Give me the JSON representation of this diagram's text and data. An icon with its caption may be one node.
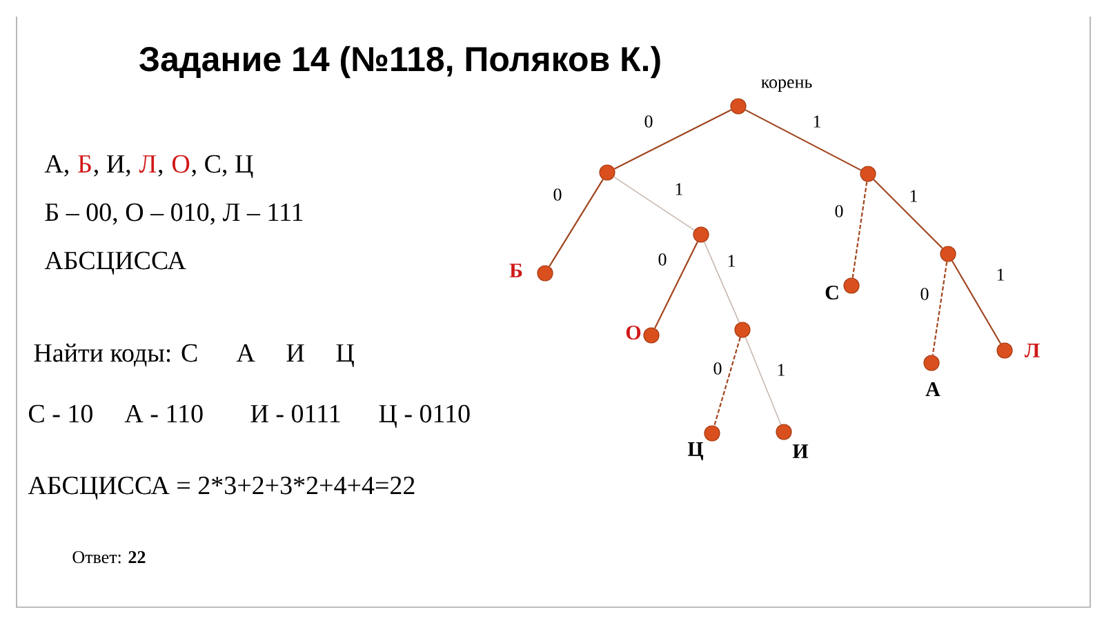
{
  "diagram": {
    "title": "Задание 14 (№118, Поляков К.)",
    "nodes": [
      {
        "text": [],
        "shape": "circle",
        "beside": [
          "корень"
        ]
      },
      {
        "text": [],
        "shape": "circle"
      },
      {
        "text": [],
        "shape": "circle"
      },
      {
        "text": [],
        "shape": "circle",
        "beside": [
          "Б"
        ]
      },
      {
        "text": [],
        "shape": "circle"
      },
      {
        "text": [],
        "shape": "circle",
        "beside": [
          "О"
        ]
      },
      {
        "text": [],
        "shape": "circle"
      },
      {
        "text": [],
        "shape": "circle",
        "beside": [
          "Ц"
        ]
      },
      {
        "text": [],
        "shape": "circle",
        "beside": [
          "И"
        ]
      },
      {
        "text": [],
        "shape": "circle",
        "beside": [
          "С"
        ]
      },
      {
        "text": [],
        "shape": "circle"
      },
      {
        "text": [],
        "shape": "circle",
        "beside": [
          "А"
        ]
      },
      {
        "text": [],
        "shape": "circle",
        "beside": [
          "Л"
        ]
      }
    ],
    "edges": [
      {
        "from": 0,
        "to": 1,
        "arrow": "none",
        "label": "0"
      },
      {
        "from": 0,
        "to": 2,
        "arrow": "none",
        "label": "1"
      },
      {
        "from": 1,
        "to": 3,
        "arrow": "none",
        "label": "0"
      },
      {
        "from": 1,
        "to": 4,
        "arrow": "none",
        "label": "1",
        "color": "#c8b8b0"
      },
      {
        "from": 4,
        "to": 5,
        "arrow": "none",
        "label": "0"
      },
      {
        "from": 4,
        "to": 6,
        "arrow": "none",
        "label": "1",
        "color": "#c8b8b0"
      },
      {
        "from": 6,
        "to": 7,
        "arrow": "none",
        "label": "0",
        "style": "dashed"
      },
      {
        "from": 6,
        "to": 8,
        "arrow": "none",
        "label": "1",
        "color": "#c8b8b0"
      },
      {
        "from": 2,
        "to": 9,
        "arrow": "none",
        "label": "0",
        "style": "dashed"
      },
      {
        "from": 2,
        "to": 10,
        "arrow": "none",
        "label": "1"
      },
      {
        "from": 10,
        "to": 11,
        "arrow": "none",
        "label": "0",
        "style": "dashed"
      },
      {
        "from": 10,
        "to": 12,
        "arrow": "none",
        "label": "1"
      }
    ],
    "labels": [
      "А,",
      "Б",
      ", И,",
      "Л",
      ",",
      "О",
      ", С, Ц",
      "Б – 00, О – 010, Л – 111",
      "АБСЦИССА",
      "Найти коды: С",
      "А",
      "И",
      "Ц",
      "С - 10",
      "А - 110",
      "И - 0111",
      "Ц - 0110",
      "АБСЦИССА = 2*3+2+3*2+4+4=22",
      "Ответ: **22**"
    ]
  }
}
